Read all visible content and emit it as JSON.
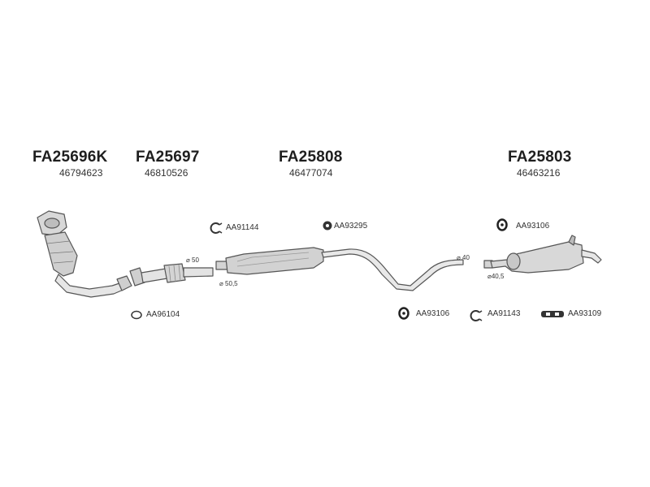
{
  "parts": {
    "catalyst": {
      "code": "FA25696K",
      "oem": "46794623"
    },
    "front_pipe": {
      "code": "FA25697",
      "oem": "46810526"
    },
    "middle_silencer": {
      "code": "FA25808",
      "oem": "46477074"
    },
    "rear_silencer": {
      "code": "FA25803",
      "oem": "46463216"
    }
  },
  "accessories": {
    "gasket": "AA96104",
    "clamp_front": "AA91144",
    "mount_round": "AA93295",
    "mount_rear": "AA93106",
    "mount_middle": "AA93106",
    "clamp_rear": "AA91143",
    "hanger_strip": "AA93109"
  },
  "dimensions": {
    "front_pipe_outer": "⌀ 50",
    "front_pipe_inner": "⌀ 50,5",
    "middle_outlet": "⌀ 40",
    "rear_inlet": "⌀40,5"
  }
}
